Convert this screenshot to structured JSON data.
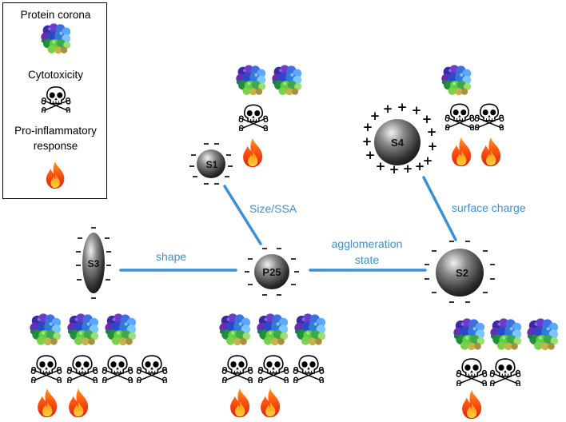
{
  "legend": {
    "protein_corona_label": "Protein corona",
    "cytotoxicity_label": "Cytotoxicity",
    "inflammatory_label_line1": "Pro-inflammatory",
    "inflammatory_label_line2": "response"
  },
  "particles": {
    "s1": "S1",
    "s2": "S2",
    "s3": "S3",
    "s4": "S4",
    "p25": "P25"
  },
  "edges": {
    "size_ssa": "Size/SSA",
    "shape": "shape",
    "agglomeration_line1": "agglomeration",
    "agglomeration_line2": "state",
    "surface_charge": "surface charge"
  },
  "colors": {
    "edge": "#3a8fd6",
    "particle": "#4a4a4a"
  },
  "icons": {
    "protein_corona": "protein-corona-icon",
    "cytotoxicity": "skull-crossbones-icon",
    "inflammation": "flame-icon"
  },
  "groups": [
    {
      "particle": "S1",
      "protein": 2,
      "skull": 1,
      "flame": 1
    },
    {
      "particle": "S4",
      "protein": 1,
      "skull": 2,
      "flame": 2
    },
    {
      "particle": "S3",
      "protein": 3,
      "skull": 4,
      "flame": 2
    },
    {
      "particle": "P25",
      "protein": 3,
      "skull": 3,
      "flame": 2
    },
    {
      "particle": "S2",
      "protein": 3,
      "skull": 2,
      "flame": 1
    }
  ]
}
